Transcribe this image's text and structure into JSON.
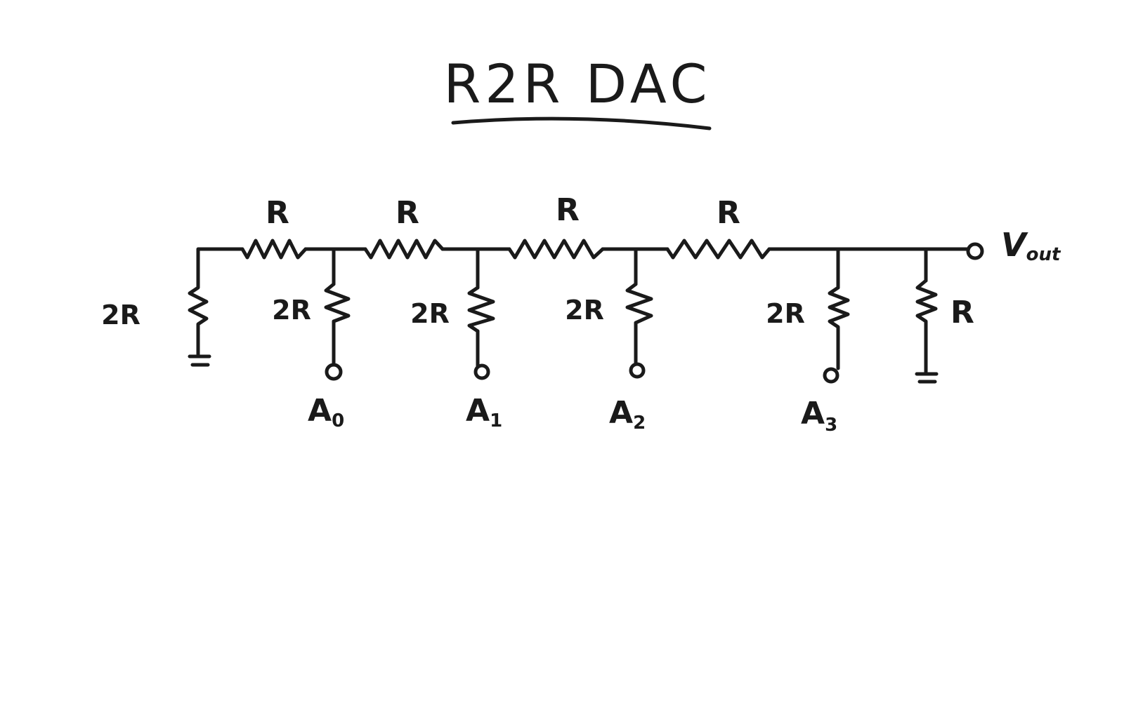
{
  "title": "R2R DAC",
  "series_resistor_labels": [
    "R",
    "R",
    "R",
    "R"
  ],
  "shunt_resistor_labels": [
    "2R",
    "2R",
    "2R",
    "2R",
    "2R",
    "R"
  ],
  "inputs": [
    {
      "letter": "A",
      "index": "0"
    },
    {
      "letter": "A",
      "index": "1"
    },
    {
      "letter": "A",
      "index": "2"
    },
    {
      "letter": "A",
      "index": "3"
    }
  ],
  "output": {
    "letter": "V",
    "sub": "out"
  },
  "colors": {
    "ink": "#1a1a1a",
    "paper": "#ffffff"
  }
}
